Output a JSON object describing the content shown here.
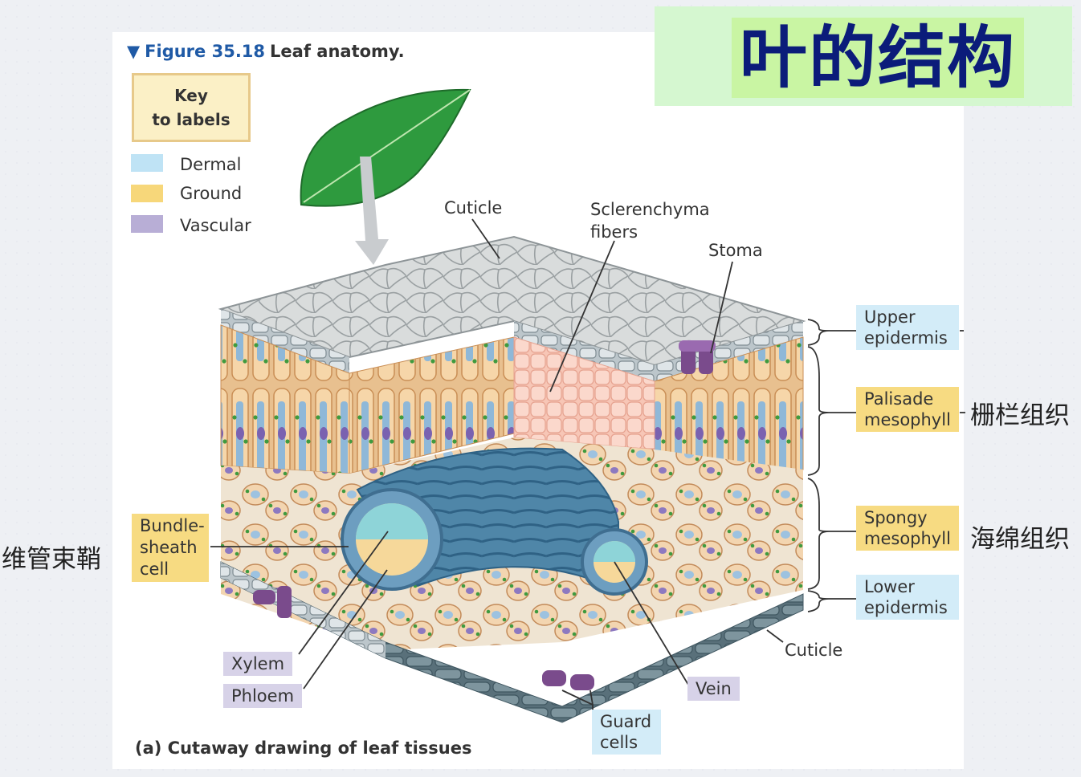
{
  "figure": {
    "number": "Figure 35.18",
    "title": "Leaf anatomy.",
    "caption": "(a) Cutaway drawing of leaf tissues"
  },
  "key": {
    "title_line1": "Key",
    "title_line2": "to labels",
    "items": [
      {
        "label": "Dermal",
        "color": "#bfe3f5"
      },
      {
        "label": "Ground",
        "color": "#f7d77a"
      },
      {
        "label": "Vascular",
        "color": "#b8aed6"
      }
    ]
  },
  "slide_title": "叶的结构",
  "labels": {
    "cuticle_top": "Cuticle",
    "sclerenchyma_1": "Sclerenchyma",
    "sclerenchyma_2": "fibers",
    "stoma": "Stoma",
    "upper_epidermis_1": "Upper",
    "upper_epidermis_2": "epidermis",
    "palisade_1": "Palisade",
    "palisade_2": "mesophyll",
    "spongy_1": "Spongy",
    "spongy_2": "mesophyll",
    "lower_epidermis_1": "Lower",
    "lower_epidermis_2": "epidermis",
    "bundle_sheath_1": "Bundle-",
    "bundle_sheath_2": "sheath",
    "bundle_sheath_3": "cell",
    "xylem": "Xylem",
    "phloem": "Phloem",
    "cuticle_bottom": "Cuticle",
    "vein": "Vein",
    "guard_cells_1": "Guard",
    "guard_cells_2": "cells"
  },
  "chinese_labels": {
    "palisade": "栅栏组织",
    "spongy": "海绵组织",
    "bundle_sheath": "维管束鞘"
  }
}
